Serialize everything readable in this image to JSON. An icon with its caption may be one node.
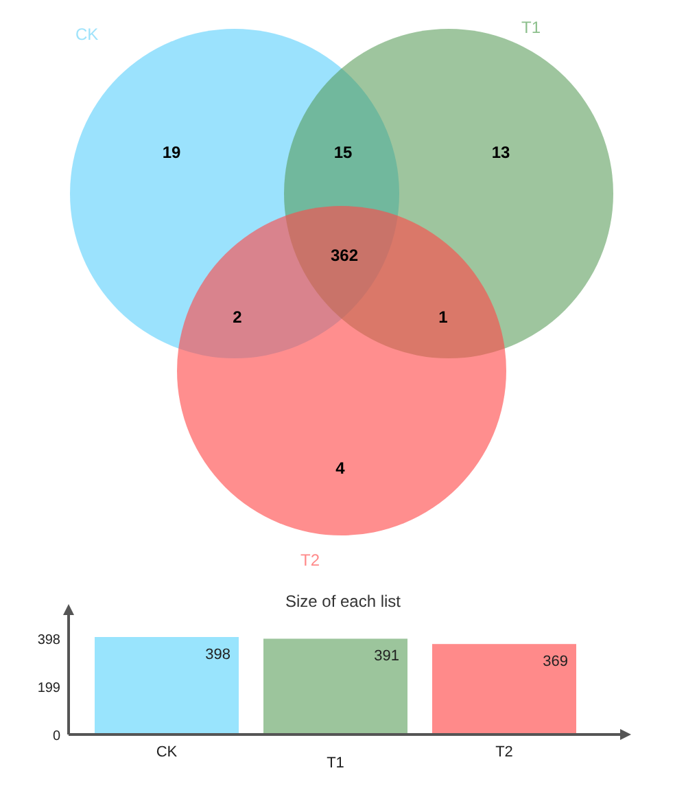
{
  "diagram": {
    "nodes": [
      {
        "text": [
          "CK"
        ]
      },
      {
        "text": [
          "T1"
        ]
      },
      {
        "text": [
          "T2"
        ]
      }
    ],
    "labels": [
      "19",
      "15",
      "13",
      "362",
      "2",
      "1",
      "4"
    ],
    "chart_data": {
      "type": "bar",
      "title": "Size of each list",
      "categories": [
        "CK",
        "T1",
        "T2"
      ],
      "series": [
        {
          "color": "#99e4fd",
          "values": [
            398,
            null,
            null
          ]
        },
        {
          "color": "#9cc59c",
          "values": [
            null,
            391,
            null
          ]
        },
        {
          "color": "#ff8a8a",
          "values": [
            null,
            null,
            369
          ]
        }
      ],
      "ylim": [
        0,
        398
      ],
      "yticks": [
        0,
        199,
        398
      ],
      "data_labels": true
    }
  }
}
